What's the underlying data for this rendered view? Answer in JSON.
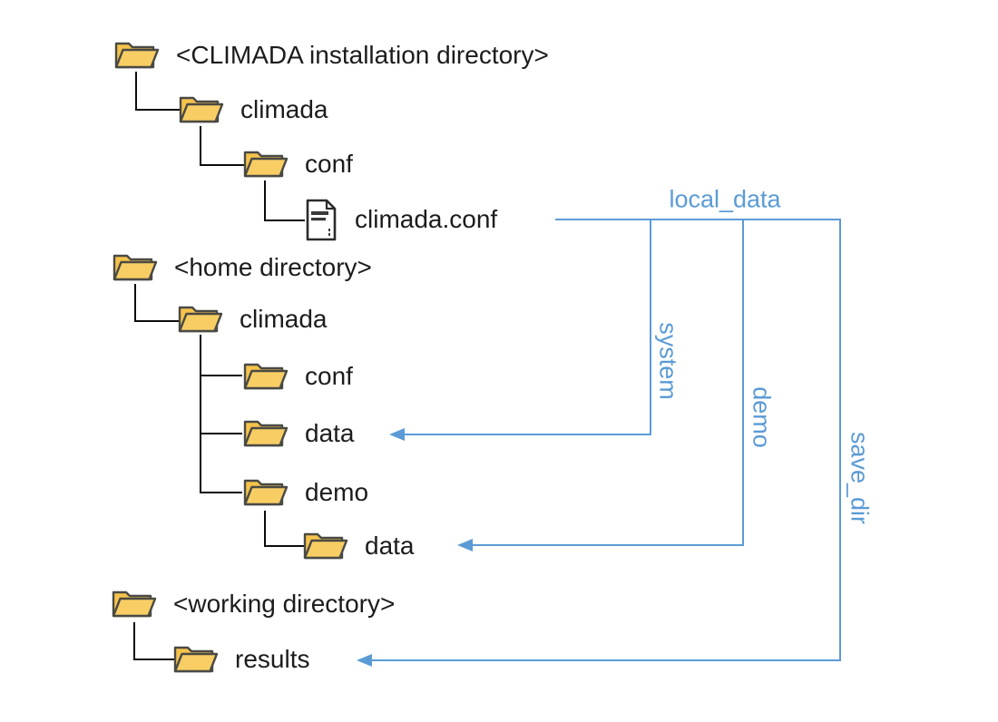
{
  "palette": {
    "accent_blue": "#5B9BD5",
    "folder_fill": "#F5C34C",
    "folder_fill_light": "#F8D06B",
    "folder_stroke": "#4a4a45",
    "line_black": "#0c0c0c",
    "text_color": "#1c1c1c"
  },
  "tree": {
    "nodes": [
      {
        "label": "<CLIMADA installation directory>",
        "type": "folder",
        "depth": 0
      },
      {
        "label": "climada",
        "type": "folder",
        "depth": 1
      },
      {
        "label": "conf",
        "type": "folder",
        "depth": 2
      },
      {
        "label": "climada.conf",
        "type": "file",
        "depth": 3
      },
      {
        "label": "<home directory>",
        "type": "folder",
        "depth": 0
      },
      {
        "label": "climada",
        "type": "folder",
        "depth": 1
      },
      {
        "label": "conf",
        "type": "folder",
        "depth": 2
      },
      {
        "label": "data",
        "type": "folder",
        "depth": 2
      },
      {
        "label": "demo",
        "type": "folder",
        "depth": 2
      },
      {
        "label": "data",
        "type": "folder",
        "depth": 3
      },
      {
        "label": "<working directory>",
        "type": "folder",
        "depth": 0
      },
      {
        "label": "results",
        "type": "folder",
        "depth": 1
      }
    ]
  },
  "links": {
    "group_label": "local_data",
    "source": "climada.conf",
    "items": [
      {
        "label": "system",
        "target": "<home directory>/climada/data"
      },
      {
        "label": "demo",
        "target": "<home directory>/climada/demo/data"
      },
      {
        "label": "save_dir",
        "target": "<working directory>/results"
      }
    ]
  }
}
